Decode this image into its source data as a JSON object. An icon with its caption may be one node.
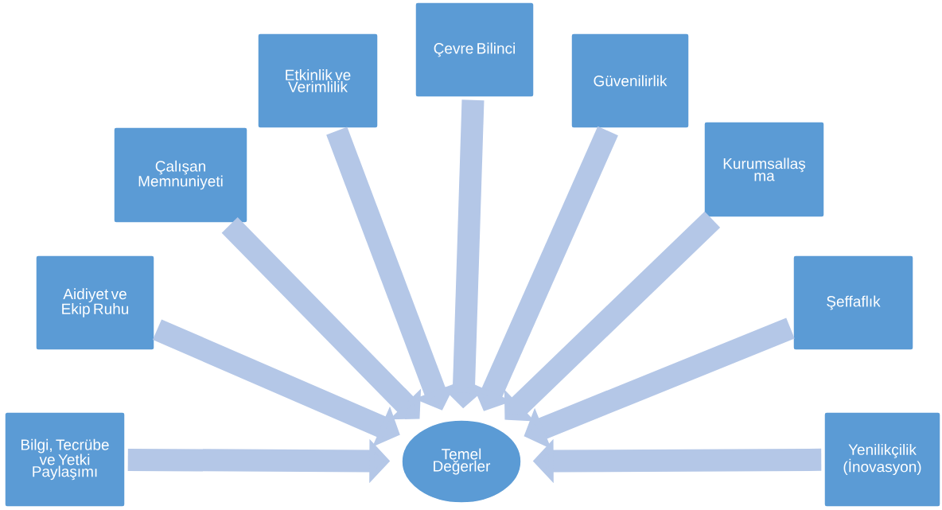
{
  "diagram": {
    "nodes": [
      {
        "text": [
          "Bilgi, Tecrübe ve Yetki Paylaşımı"
        ]
      },
      {
        "text": [
          "Aidiyet ve Ekip Ruhu"
        ]
      },
      {
        "text": [
          "Çalışan Memnuniyeti"
        ]
      },
      {
        "text": [
          "Etkinlik ve Verimlilik"
        ]
      },
      {
        "text": [
          "Çevre Bilinci"
        ]
      },
      {
        "text": [
          "Güvenilirlik"
        ]
      },
      {
        "text": [
          "Kurumsallaş ma"
        ]
      },
      {
        "text": [
          "Şeffaflık"
        ]
      },
      {
        "text": [
          "Yenilikçilik (İnovasyon)"
        ]
      },
      {
        "text": [
          "Temel Değerler"
        ]
      }
    ],
    "edges": [
      {
        "from": 0,
        "to": 9,
        "arrow": "to"
      },
      {
        "from": 1,
        "to": 9,
        "arrow": "to"
      },
      {
        "from": 2,
        "to": 9,
        "arrow": "to"
      },
      {
        "from": 3,
        "to": 9,
        "arrow": "to"
      },
      {
        "from": 4,
        "to": 9,
        "arrow": "to"
      },
      {
        "from": 5,
        "to": 9,
        "arrow": "to"
      },
      {
        "from": 6,
        "to": 9,
        "arrow": "to"
      },
      {
        "from": 7,
        "to": 9,
        "arrow": "to"
      },
      {
        "from": 8,
        "to": 9,
        "arrow": "to"
      }
    ]
  }
}
